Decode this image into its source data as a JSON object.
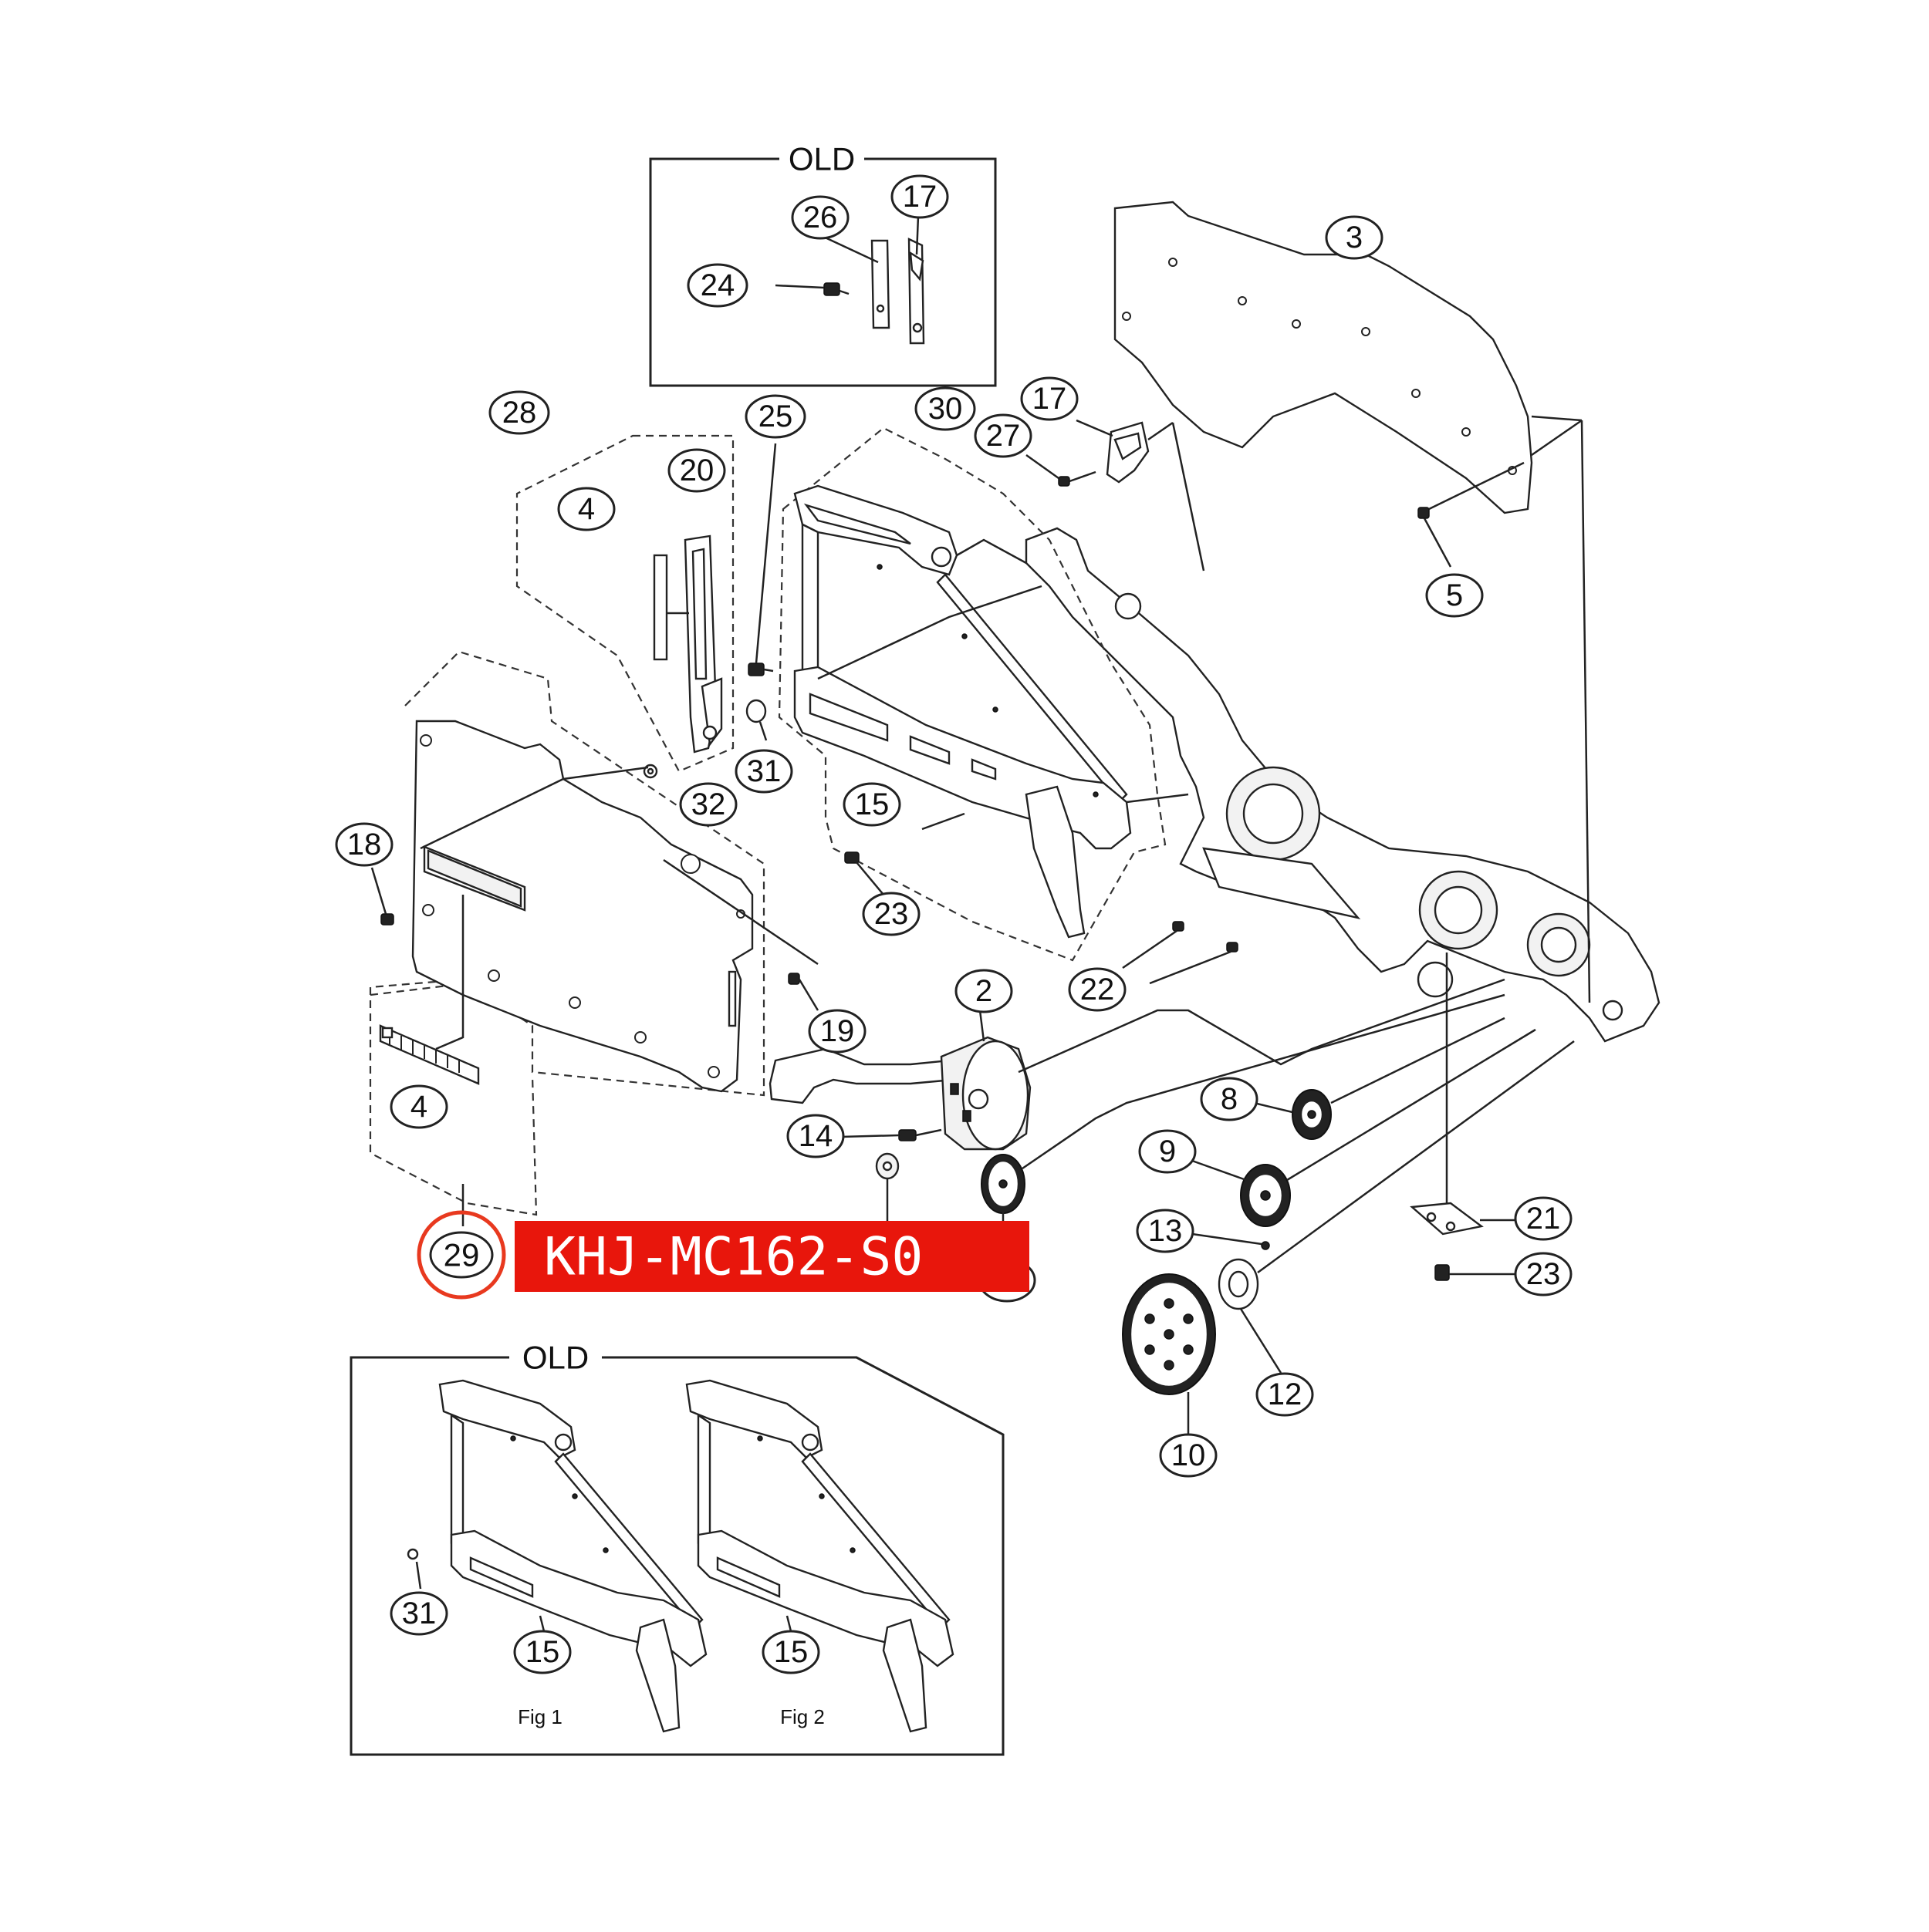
{
  "boxes": {
    "top_old": "OLD",
    "bottom_old": "OLD"
  },
  "figures": {
    "fig1": "Fig 1",
    "fig2": "Fig 2"
  },
  "banner": {
    "part_number": "KHJ-MC162-S0",
    "color": "#e8160c"
  },
  "highlight": {
    "callout": "29",
    "color": "#e8391f"
  },
  "callouts": {
    "c17a": "17",
    "c26": "26",
    "c24": "24",
    "c3": "3",
    "c28": "28",
    "c25": "25",
    "c30": "30",
    "c17b": "17",
    "c27": "27",
    "c20": "20",
    "c4a": "4",
    "c5": "5",
    "c31a": "31",
    "c32": "32",
    "c15a": "15",
    "c18": "18",
    "c23a": "23",
    "c19": "19",
    "c2": "2",
    "c22": "22",
    "c4b": "4",
    "c8": "8",
    "c14": "14",
    "c9": "9",
    "c29": "29",
    "c13": "13",
    "c21": "21",
    "c23b": "23",
    "c12": "12",
    "c10": "10",
    "c31b": "31",
    "c15b": "15",
    "c15c": "15"
  }
}
